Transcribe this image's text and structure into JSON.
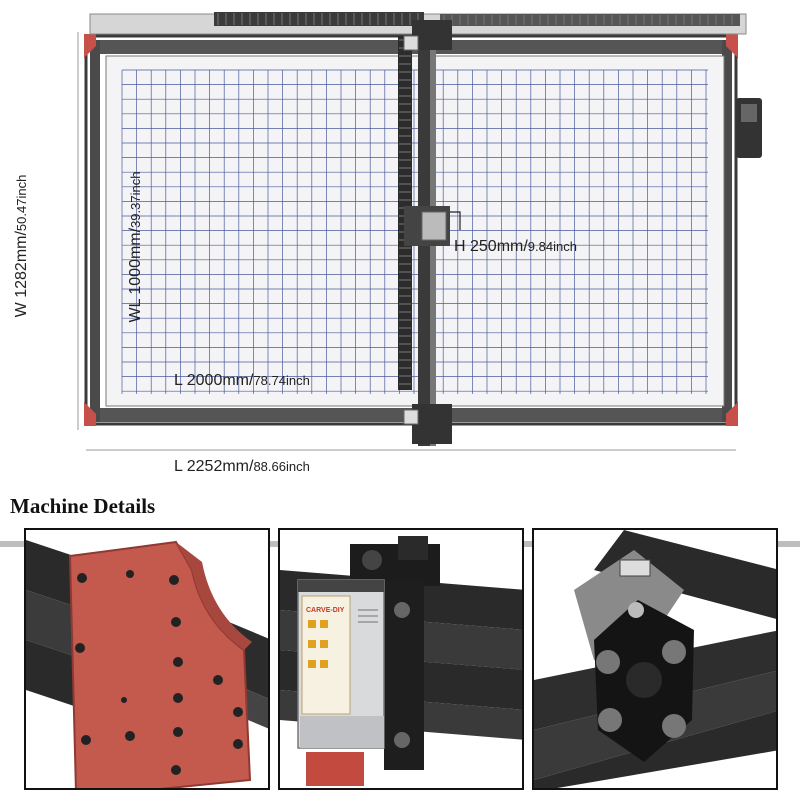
{
  "dimensions": {
    "width_label": "W 1282mm/",
    "width_label_in": "50.47inch",
    "working_width_label": "WL 1000mm/",
    "working_width_label_in": "39.37inch",
    "height_label": "H 250mm/",
    "height_label_in": "9.84inch",
    "working_length_label": "L 2000mm/",
    "working_length_label_in": "78.74inch",
    "length_label": "L 2252mm/",
    "length_label_in": "88.66inch"
  },
  "section": {
    "title": "Machine Details"
  },
  "laser_module": {
    "brand": "CARVE-DIY"
  },
  "colors": {
    "frame": "#3a3a3a",
    "corner_bracket": "#c8504a",
    "grid_line": "#4a5a9a",
    "work_area": "#f4f4f6"
  }
}
